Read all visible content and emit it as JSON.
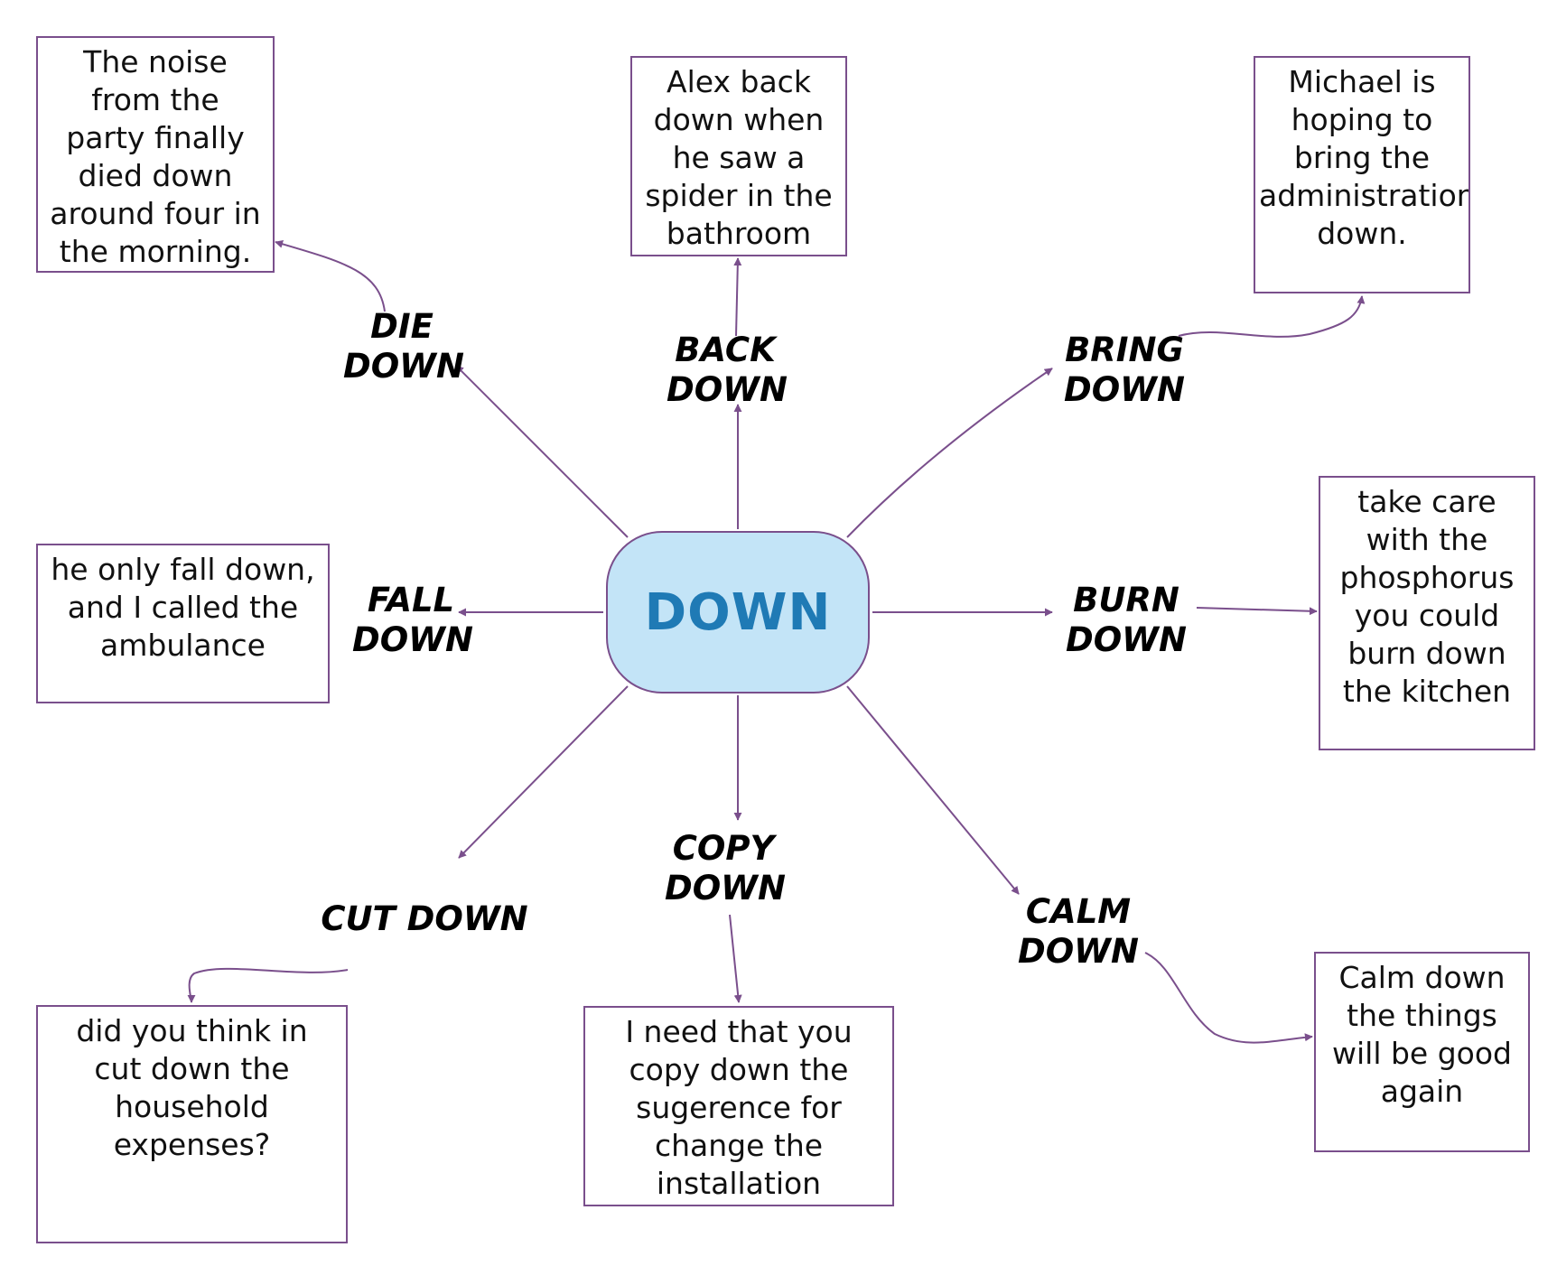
{
  "center": {
    "label": "DOWN",
    "fill": "#c3e4f7",
    "text_color": "#1f7ab5"
  },
  "arrow_color": "#7a4f8c",
  "branches": [
    {
      "id": "die",
      "term": "DIE\nDOWN",
      "example": "The noise\nfrom the\nparty finally\ndied down\naround four in\nthe morning."
    },
    {
      "id": "back",
      "term": "BACK\nDOWN",
      "example": "Alex back\ndown when\nhe saw a\nspider in the\nbathroom"
    },
    {
      "id": "bring",
      "term": "BRING\nDOWN",
      "example": "Michael  is\nhoping to\nbring the\nadministration\ndown."
    },
    {
      "id": "fall",
      "term": "FALL\nDOWN",
      "example": "he only fall down,\nand I called the\nambulance"
    },
    {
      "id": "burn",
      "term": "BURN\nDOWN",
      "example": "take care\nwith the\nphosphorus\nyou could\nburn down\nthe kitchen"
    },
    {
      "id": "cut",
      "term": "CUT DOWN",
      "example": "did you think in\ncut down the\nhousehold\nexpenses?"
    },
    {
      "id": "copy",
      "term": "COPY\nDOWN",
      "example": "I need that you\ncopy down the\nsugerence for\nchange the\ninstallation"
    },
    {
      "id": "calm",
      "term": "CALM\nDOWN",
      "example": "Calm down\nthe things\nwill be good\nagain"
    }
  ]
}
